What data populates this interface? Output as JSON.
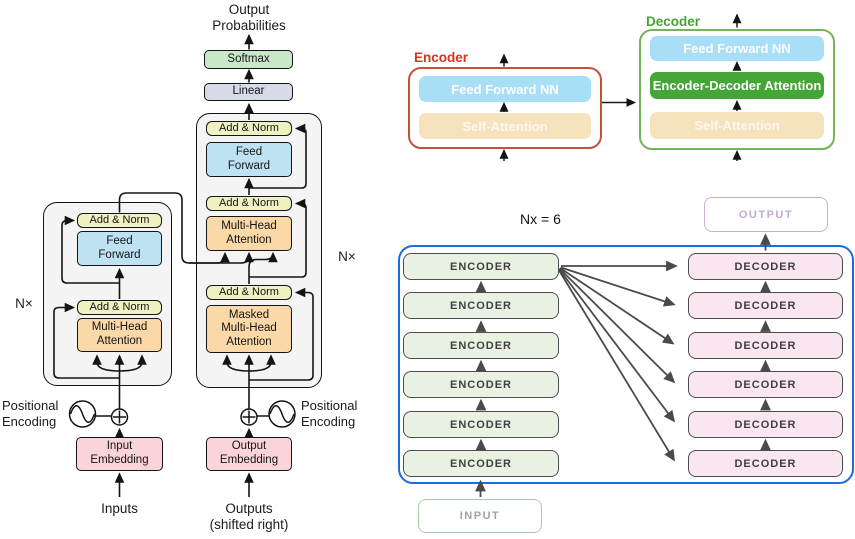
{
  "colors": {
    "left_diagram": {
      "softmax": "#c9e7c9",
      "linear": "#d8daea",
      "add_norm": "#eff1c3",
      "feed_forward": "#bfe2f3",
      "attention": "#fbd8a7",
      "embedding": "#fad4d9",
      "block_background": "#f4f4f4",
      "line": "#141414"
    },
    "block_diagram": {
      "encoder_border": "#c3523d",
      "encoder_label": "#e0301e",
      "decoder_border": "#74b35c",
      "decoder_label": "#45a436",
      "feed_forward_nn": "#a9def7",
      "self_attention": "#f6e2bd",
      "encoder_decoder_attention": "#43a636"
    },
    "stack_diagram": {
      "frame": "#1a6ce0",
      "encoder_bg": "#e9f2e2",
      "decoder_bg": "#f9e6f1",
      "output_border": "#c9aed9",
      "input_border": "#a6cfa1",
      "arrow": "#4a4a4a"
    }
  },
  "left_diagram": {
    "output_probabilities": "Output Probabilities",
    "softmax": "Softmax",
    "linear": "Linear",
    "add_norm": "Add & Norm",
    "feed_forward": "Feed Forward",
    "multi_head_attention": "Multi-Head Attention",
    "masked_multi_head_attention": "Masked Multi-Head Attention",
    "nx": "N×",
    "positional_encoding": "Positional Encoding",
    "input_embedding": "Input Embedding",
    "output_embedding": "Output Embedding",
    "inputs": "Inputs",
    "outputs_line1": "Outputs",
    "outputs_line2": "(shifted right)"
  },
  "block_diagram": {
    "encoder_label": "Encoder",
    "decoder_label": "Decoder",
    "feed_forward_nn": "Feed Forward NN",
    "self_attention": "Self-Attention",
    "encoder_decoder_attention": "Encoder-Decoder Attention"
  },
  "stack_diagram": {
    "nx_label": "Nx = 6",
    "encoder_label": "ENCODER",
    "decoder_label": "DECODER",
    "output_label": "OUTPUT",
    "input_label": "INPUT",
    "encoder_count": 6,
    "decoder_count": 6
  }
}
